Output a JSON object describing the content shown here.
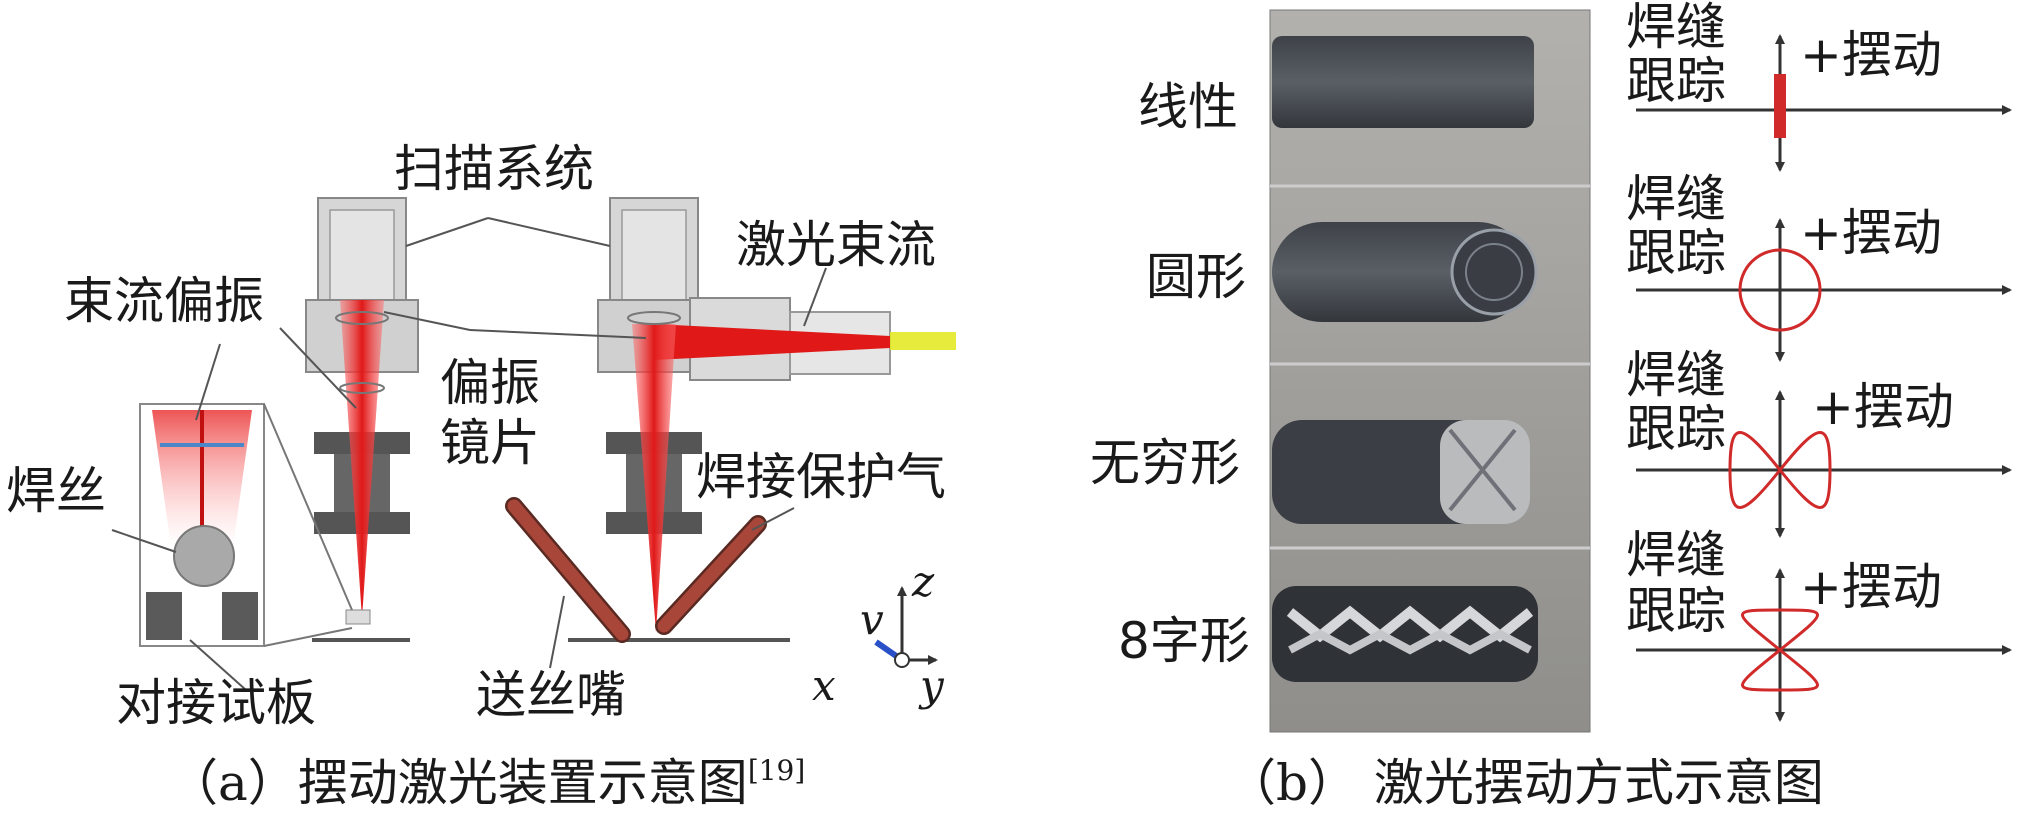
{
  "panel_a": {
    "labels": {
      "scan_system": "扫描系统",
      "beam_deflection": "束流偏振",
      "laser_beam": "激光束流",
      "deflection_mirror_1": "偏振",
      "deflection_mirror_2": "镜片",
      "wire": "焊丝",
      "shield_gas": "焊接保护气",
      "butt_plate": "对接试板",
      "wire_nozzle": "送丝嘴"
    },
    "axes": {
      "x": "x",
      "y": "y",
      "z": "z",
      "v": "v"
    },
    "caption": "（a）摆动激光装置示意图",
    "caption_ref": "[19]"
  },
  "panel_b": {
    "rows": [
      {
        "mode": "线性",
        "tracking_1": "焊缝",
        "tracking_2": "跟踪",
        "swing": "+摆动",
        "pattern": "linear"
      },
      {
        "mode": "圆形",
        "tracking_1": "焊缝",
        "tracking_2": "跟踪",
        "swing": "+摆动",
        "pattern": "circle"
      },
      {
        "mode": "无穷形",
        "tracking_1": "焊缝",
        "tracking_2": "跟踪",
        "swing": "+摆动",
        "pattern": "infinity"
      },
      {
        "mode": "8字形",
        "tracking_1": "焊缝",
        "tracking_2": "跟踪",
        "swing": "+摆动",
        "pattern": "figure8"
      }
    ],
    "caption": "（b） 激光摆动方式示意图"
  },
  "colors": {
    "laser": "#e02424",
    "pattern_stroke": "#d02a2a",
    "housing": "#cfcfcf",
    "housing_dark": "#555555",
    "nozzle": "#a8463a",
    "photo_bg": "#9c9c98"
  }
}
